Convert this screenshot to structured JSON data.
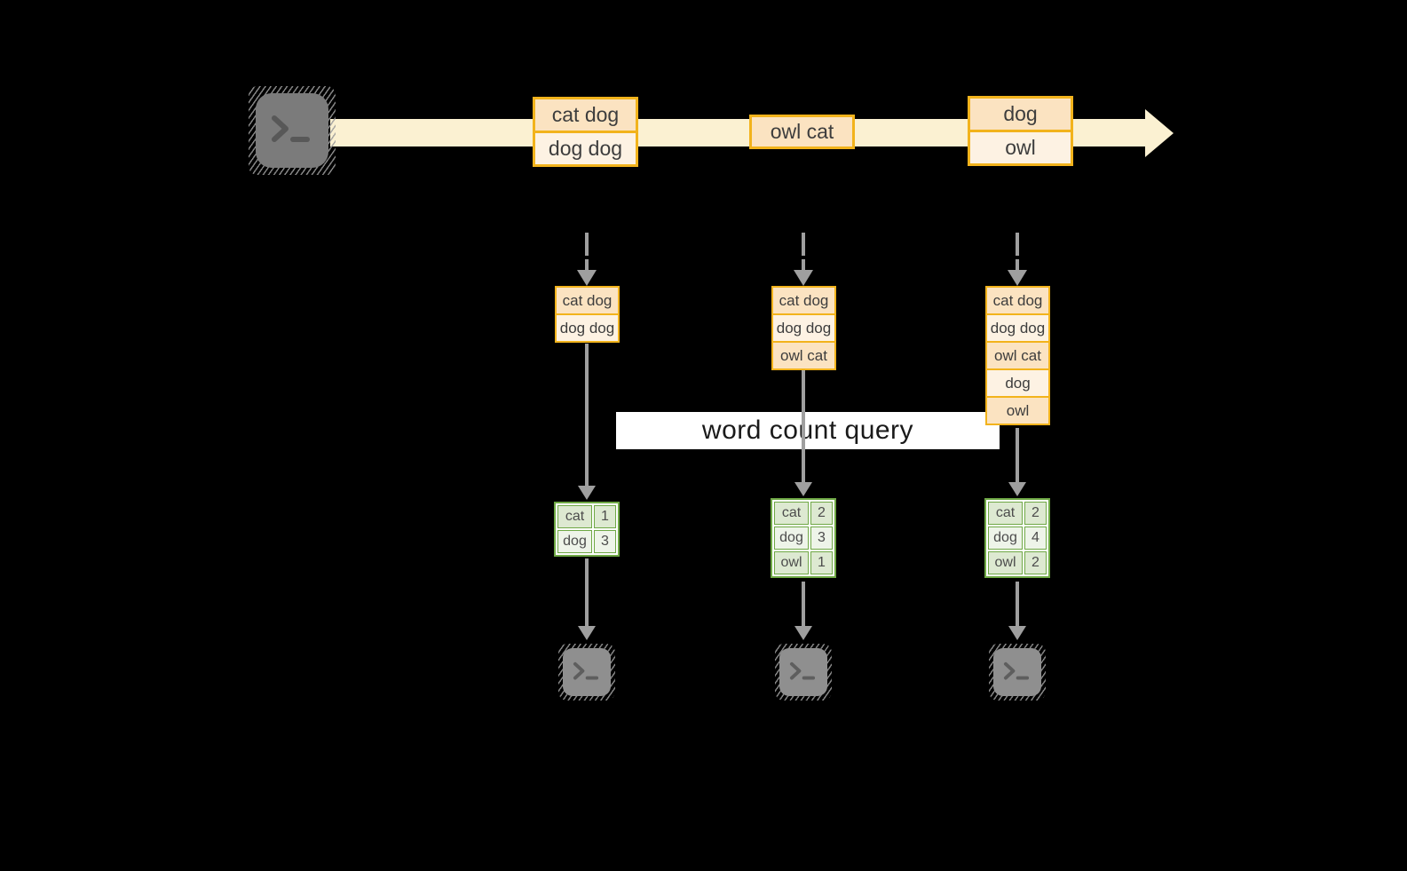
{
  "diagram": {
    "query_label": "word count query",
    "stream": {
      "source_icon": "terminal-icon",
      "events": [
        {
          "lines": [
            "cat dog",
            "dog dog"
          ]
        },
        {
          "lines": [
            "owl cat"
          ]
        },
        {
          "lines": [
            "dog",
            "owl"
          ]
        }
      ]
    },
    "columns": [
      {
        "batch": [
          "cat dog",
          "dog dog"
        ],
        "counts": [
          {
            "word": "cat",
            "count": "1"
          },
          {
            "word": "dog",
            "count": "3"
          }
        ],
        "sink_icon": "terminal-icon"
      },
      {
        "batch": [
          "cat dog",
          "dog dog",
          "owl cat"
        ],
        "counts": [
          {
            "word": "cat",
            "count": "2"
          },
          {
            "word": "dog",
            "count": "3"
          },
          {
            "word": "owl",
            "count": "1"
          }
        ],
        "sink_icon": "terminal-icon"
      },
      {
        "batch": [
          "cat dog",
          "dog dog",
          "owl cat",
          "dog",
          "owl"
        ],
        "counts": [
          {
            "word": "cat",
            "count": "2"
          },
          {
            "word": "dog",
            "count": "4"
          },
          {
            "word": "owl",
            "count": "2"
          }
        ],
        "sink_icon": "terminal-icon"
      }
    ],
    "colors": {
      "background": "#000000",
      "stream_band": "#fbf1d2",
      "event_border": "#f2b31c",
      "event_fill_dark": "#fbe3c1",
      "event_fill_light": "#fdf2e3",
      "count_border": "#6fa845",
      "count_fill_dark": "#dde9d1",
      "count_fill_light": "#eef4e9",
      "arrow_gray": "#9f9f9f",
      "label_bg": "#ffffff",
      "label_text": "#1a1a1a",
      "cell_text": "#3d3d3d"
    }
  }
}
